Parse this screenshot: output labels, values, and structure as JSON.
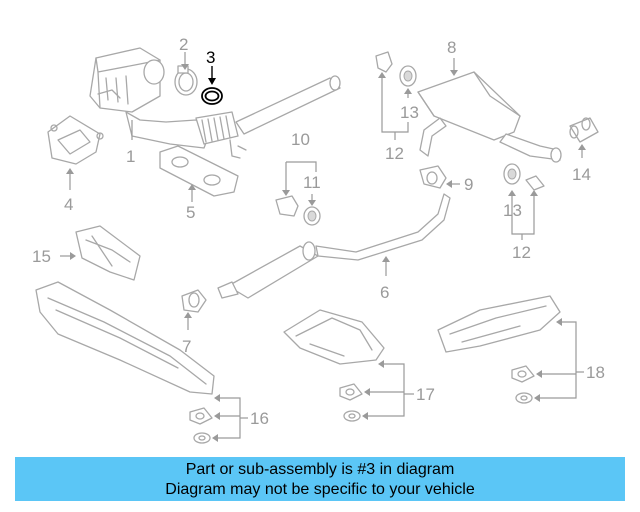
{
  "diagram": {
    "callouts": {
      "c1": "1",
      "c2": "2",
      "c3": "3",
      "c4": "4",
      "c5": "5",
      "c6": "6",
      "c7": "7",
      "c8": "8",
      "c9": "9",
      "c10": "10",
      "c11": "11",
      "c12a": "12",
      "c12b": "12",
      "c13a": "13",
      "c13b": "13",
      "c14": "14",
      "c15": "15",
      "c16": "16",
      "c17": "17",
      "c18": "18"
    },
    "highlighted_callout": "3",
    "highlight_color": "#000000",
    "part_line_color": "#a8a8a8"
  },
  "banner": {
    "line1": "Part or sub-assembly is #3 in diagram",
    "line2": "Diagram may not be specific to your vehicle",
    "background": "#5bc6f6"
  }
}
